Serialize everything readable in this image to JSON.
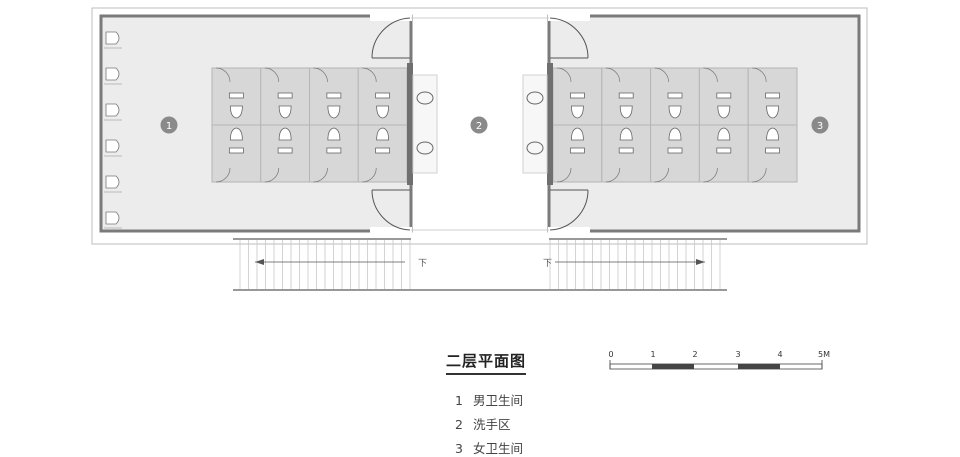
{
  "plan": {
    "zones": [
      {
        "num": "1",
        "label": "男卫生间"
      },
      {
        "num": "2",
        "label": "洗手区"
      },
      {
        "num": "3",
        "label": "女卫生间"
      }
    ],
    "stair_mark": "下"
  },
  "legend": {
    "title": "二层平面图",
    "items": [
      {
        "num": "1",
        "label": "男卫生间"
      },
      {
        "num": "2",
        "label": "洗手区"
      },
      {
        "num": "3",
        "label": "女卫生间"
      }
    ]
  },
  "scale_bar": {
    "ticks": [
      "0",
      "1",
      "2",
      "3",
      "4",
      "5M"
    ]
  },
  "colors": {
    "floor": "#ececec",
    "wall": "#7a7a7a",
    "partition": "#d7d7d7",
    "marker": "#8a8a8a"
  }
}
